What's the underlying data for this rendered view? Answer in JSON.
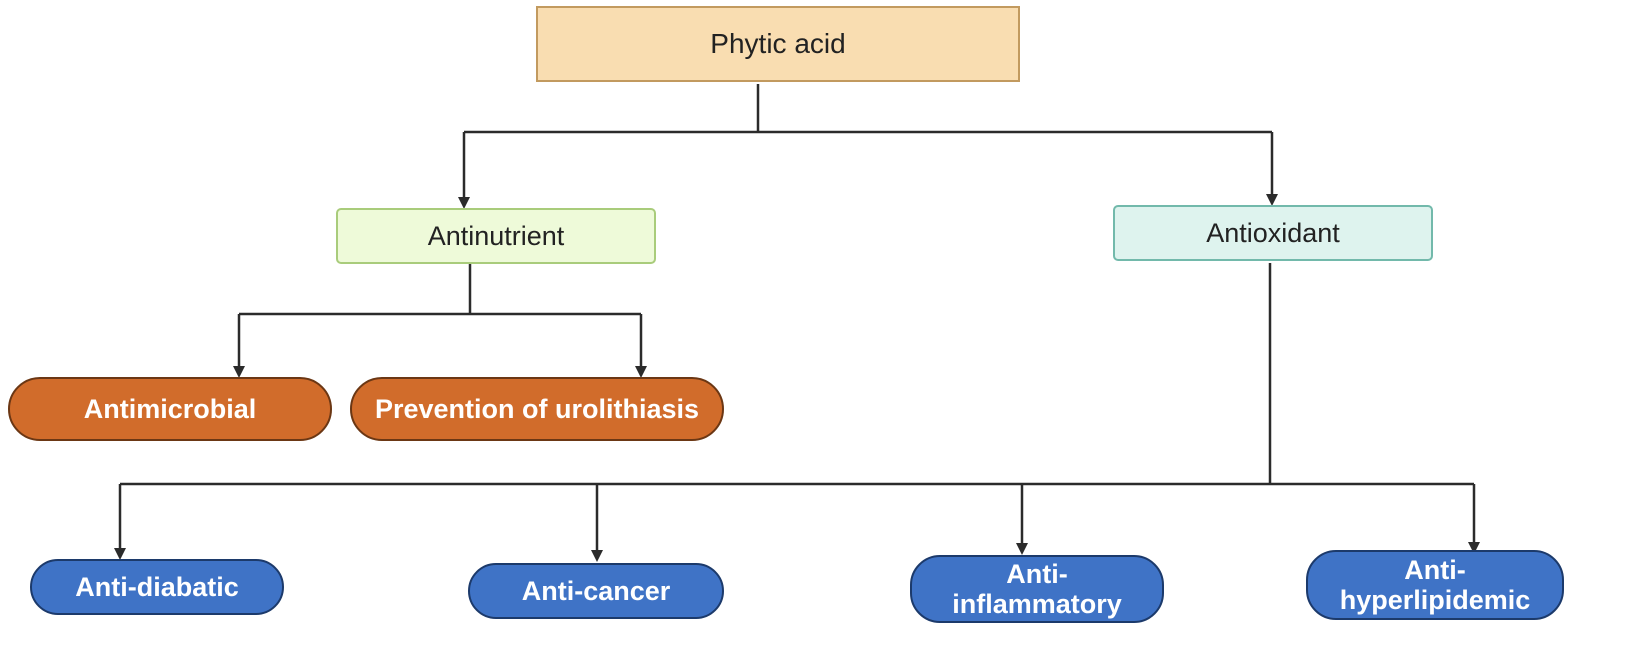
{
  "diagram": {
    "root": {
      "label": "Phytic acid"
    },
    "antinutrient": {
      "label": "Antinutrient",
      "children": [
        "Antimicrobial",
        "Prevention of urolithiasis"
      ]
    },
    "antioxidant": {
      "label": "Antioxidant",
      "children": [
        [
          "Anti-diabatic"
        ],
        [
          "Anti-cancer"
        ],
        [
          "Anti-",
          "inflammatory"
        ],
        [
          "Anti-",
          "hyperlipidemic"
        ]
      ]
    }
  },
  "colors": {
    "root_fill": "#f9ddb1",
    "antinutrient_fill": "#eefad9",
    "antioxidant_fill": "#def3ee",
    "orange_fill": "#d16c2b",
    "blue_fill": "#3f73c6",
    "connector": "#2b2b2b"
  }
}
